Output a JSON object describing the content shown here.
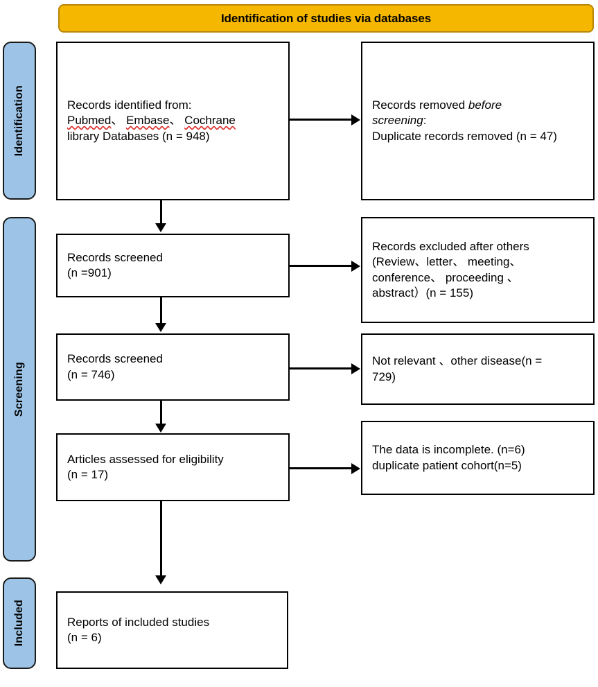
{
  "figure": {
    "type": "prisma-flow-diagram",
    "title": "Identification of studies via databases"
  },
  "colors": {
    "banner_bg": "#F5B700",
    "banner_border": "#B8860B",
    "stage_bg": "#9DC3E6",
    "stage_border": "#1A1A1A",
    "box_border": "#000000",
    "box_bg": "#FFFFFF",
    "text": "#000000",
    "spellcheck_underline": "#E03030"
  },
  "banner": {
    "label": "Identification of studies via databases"
  },
  "stages": [
    {
      "id": "identification",
      "label": "Identification"
    },
    {
      "id": "screening",
      "label": "Screening"
    },
    {
      "id": "included",
      "label": "Included"
    }
  ],
  "boxes": {
    "identified": {
      "line1": "Records identified from:",
      "source_1": "Pubmed",
      "sep_1": "、",
      "source_2": "Embase",
      "sep_2": "、",
      "source_3": "Cochrane",
      "line3": "library Databases (n = 948)",
      "count": 948
    },
    "removed": {
      "line1_prefix": "Records removed ",
      "line1_italic": "before",
      "line2_italic": "screening",
      "line2_suffix": ":",
      "line3": "Duplicate records removed (n = 47)",
      "count": 47
    },
    "screened_1": {
      "line1": "Records screened",
      "line2": "(n =901)",
      "count": 901
    },
    "excluded": {
      "line1": "Records excluded after others",
      "line2": "(Review、letter、 meeting、",
      "line3": "conference、 proceeding 、",
      "line4": "abstract）(n = 155)",
      "count": 155
    },
    "screened_2": {
      "line1": "Records screened",
      "line2": "(n = 746)",
      "count": 746
    },
    "not_relevant": {
      "line1": "Not relevant 、other disease(n =",
      "line2": "729)",
      "count": 729
    },
    "eligibility": {
      "line1": "Articles assessed for eligibility",
      "line2": "(n = 17)",
      "count": 17
    },
    "incomplete": {
      "line1": "The data is incomplete. (n=6)",
      "line2": "duplicate patient cohort(n=5)",
      "count_incomplete": 6,
      "count_duplicate": 5
    },
    "included": {
      "line1": "Reports of included studies",
      "line2": "(n = 6)",
      "count": 6
    }
  }
}
